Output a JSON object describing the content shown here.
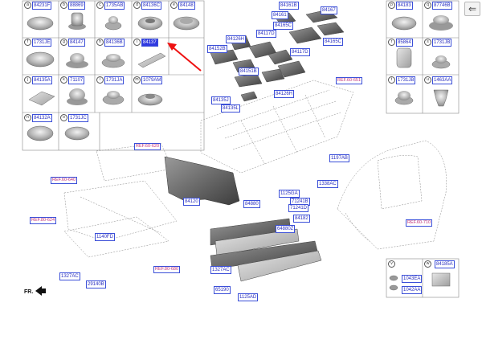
{
  "back_button": {
    "icon": "back-arrow-icon",
    "glyph": "⇐"
  },
  "front_indicator": "FR.",
  "cells": {
    "left": [
      {
        "letter": "a",
        "code": "84231F"
      },
      {
        "letter": "b",
        "code": "88869"
      },
      {
        "letter": "c",
        "code": "1735AB"
      },
      {
        "letter": "d",
        "code": "84136C"
      },
      {
        "letter": "e",
        "code": "84148"
      },
      {
        "letter": "f",
        "code": "1731JE"
      },
      {
        "letter": "g",
        "code": "84147"
      },
      {
        "letter": "h",
        "code": "84136B"
      },
      {
        "letter": "i",
        "code": "84137",
        "selected": true
      },
      {
        "letter": "j",
        "code": "84135A"
      },
      {
        "letter": "k",
        "code": "71107"
      },
      {
        "letter": "l",
        "code": "1731JA"
      },
      {
        "letter": "m",
        "code": "1079AM"
      },
      {
        "letter": "n",
        "code": "84132A"
      },
      {
        "letter": "o",
        "code": "1731JC"
      }
    ],
    "right": [
      {
        "letter": "p",
        "code": "84183"
      },
      {
        "letter": "q",
        "code": "87746B"
      },
      {
        "letter": "r",
        "code": "85864"
      },
      {
        "letter": "s",
        "code": "1731JB"
      },
      {
        "letter": "t",
        "code": "1731JB"
      },
      {
        "letter": "u",
        "code": "1463AA"
      }
    ],
    "bottom_right": [
      {
        "letter": "v",
        "code": ""
      },
      {
        "letter": "w",
        "code": "84185A"
      }
    ]
  },
  "bottom_right_small": [
    "1043EA",
    "1042AA"
  ],
  "part_labels": [
    "84161B",
    "84161",
    "84165C",
    "84167",
    "84126H",
    "84117D",
    "84165C",
    "84152B",
    "84117D",
    "84151B",
    "84126H",
    "84135J",
    "84135L",
    "1197AB",
    "84120",
    "1338AC",
    "1125GA",
    "71241B",
    "71241D",
    "84182",
    "84880",
    "64880Z",
    "1140FD",
    "1327AC",
    "29140B",
    "1327AC",
    "65190",
    "1125AD"
  ],
  "ref_labels": [
    "REF.60-651",
    "REF.60-620",
    "REF.60-640",
    "REF.80-624",
    "REF.60-710",
    "REF.80-680"
  ]
}
